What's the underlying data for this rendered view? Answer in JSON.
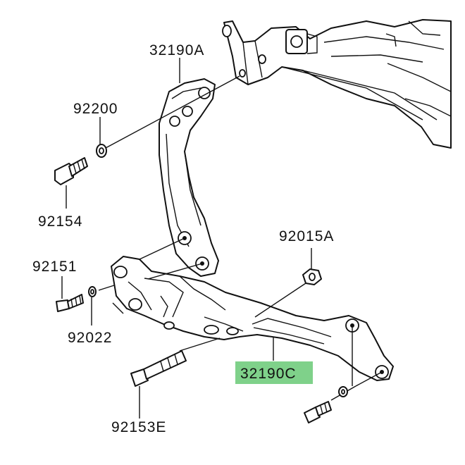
{
  "diagram": {
    "colors": {
      "ink": "#111111",
      "background": "#ffffff",
      "highlight": "#7fd18a"
    },
    "labels": {
      "bracket_upper": "32190A",
      "washer_upper": "92200",
      "bolt_upper": "92154",
      "nut": "92015A",
      "bolt_left": "92151",
      "washer_left": "92022",
      "bracket_lower": "32190C",
      "long_bolt": "92153E"
    },
    "highlighted_part": "32190C"
  }
}
